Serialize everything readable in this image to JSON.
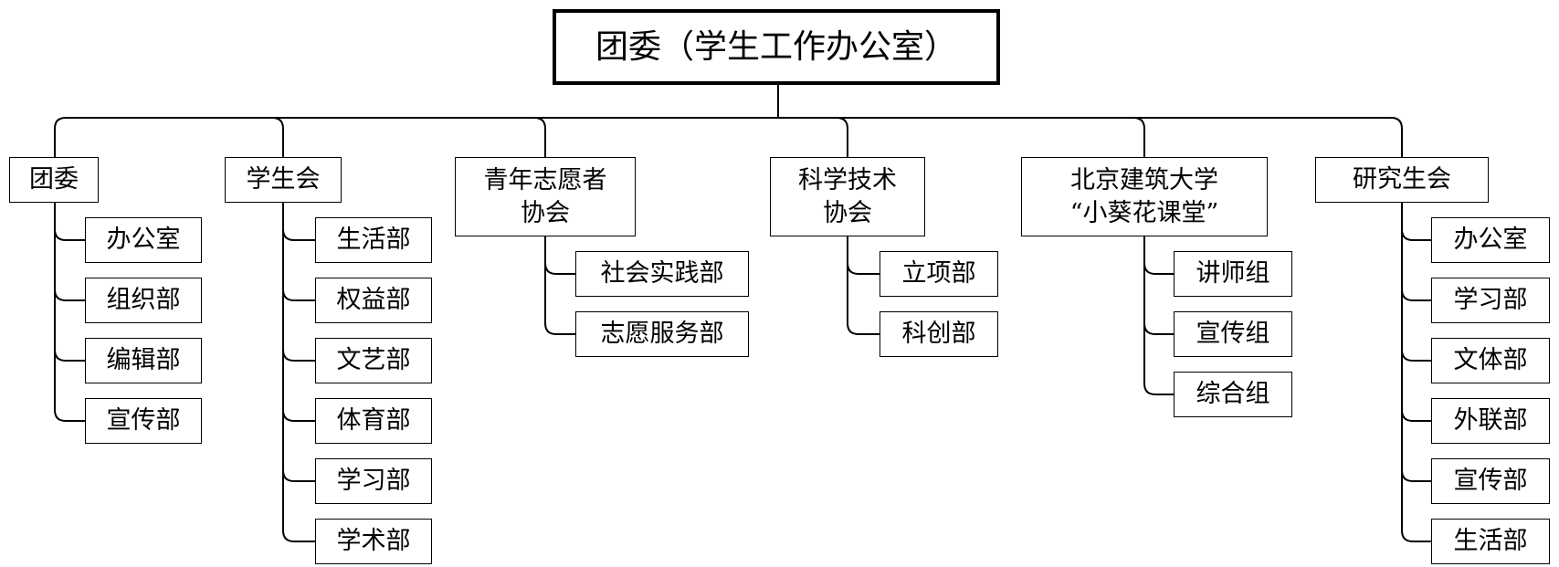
{
  "root": {
    "label": "团委（学生工作办公室）"
  },
  "branches": [
    {
      "label": "团委",
      "children": [
        "办公室",
        "组织部",
        "编辑部",
        "宣传部"
      ]
    },
    {
      "label": "学生会",
      "children": [
        "生活部",
        "权益部",
        "文艺部",
        "体育部",
        "学习部",
        "学术部"
      ]
    },
    {
      "label": "青年志愿者\n协会",
      "children": [
        "社会实践部",
        "志愿服务部"
      ]
    },
    {
      "label": "科学技术\n协会",
      "children": [
        "立项部",
        "科创部"
      ]
    },
    {
      "label": "北京建筑大学\n“小葵花课堂”",
      "children": [
        "讲师组",
        "宣传组",
        "综合组"
      ]
    },
    {
      "label": "研究生会",
      "children": [
        "办公室",
        "学习部",
        "文体部",
        "外联部",
        "宣传部",
        "生活部"
      ]
    }
  ]
}
